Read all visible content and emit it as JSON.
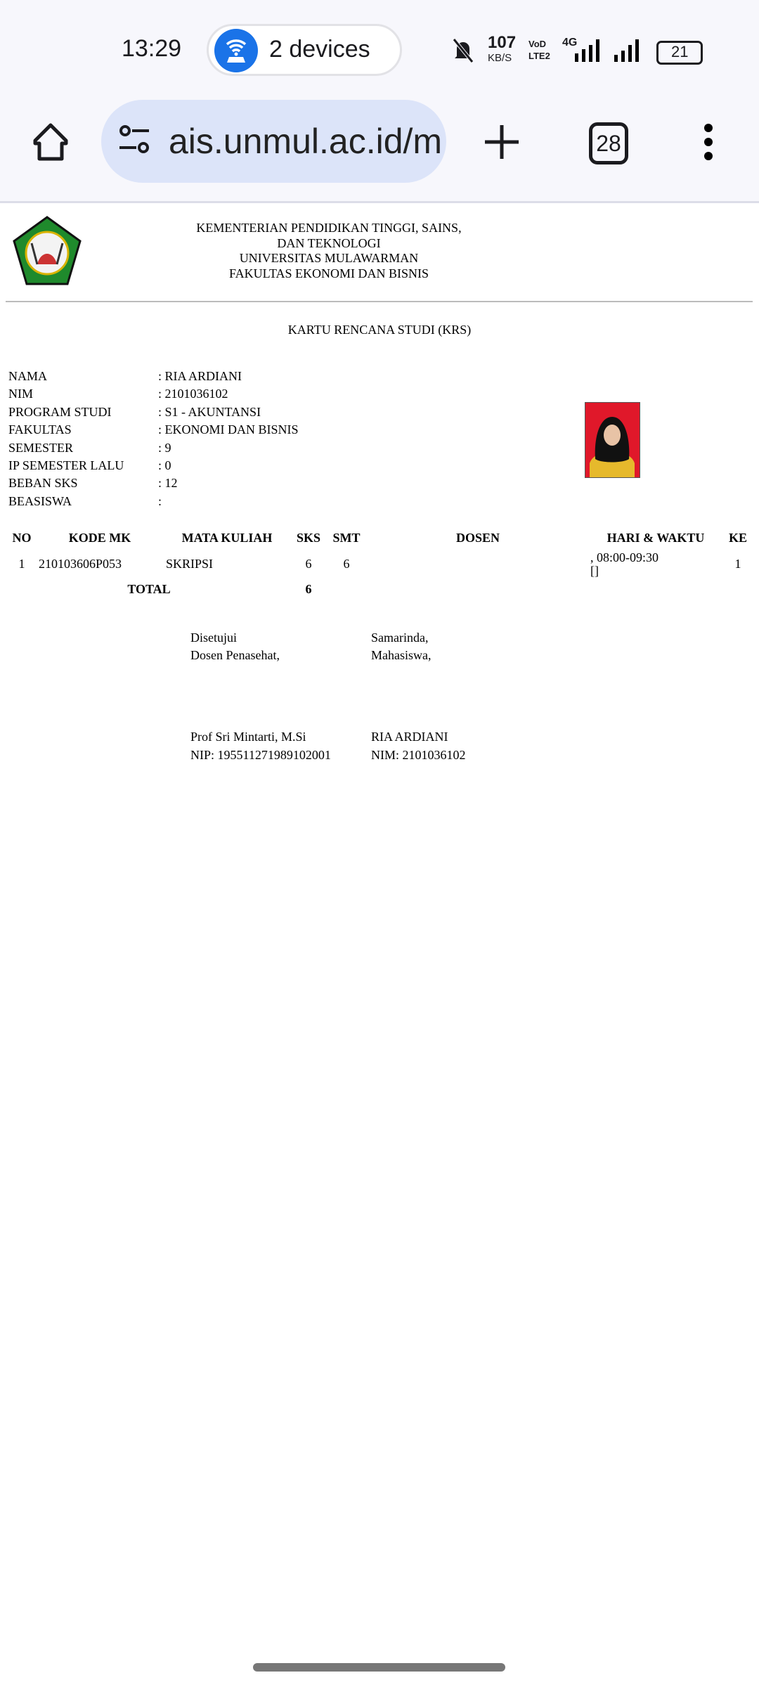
{
  "status_bar": {
    "time": "13:29",
    "hotspot_label": "2 devices",
    "net_speed": "107",
    "net_unit": "KB/S",
    "volte": "VoD LTE2",
    "network": "4G",
    "battery": "21"
  },
  "browser": {
    "url": "ais.unmul.ac.id/m",
    "tab_count": "28"
  },
  "header": {
    "lines": [
      "KEMENTERIAN PENDIDIKAN TINGGI, SAINS,",
      "DAN TEKNOLOGI",
      "UNIVERSITAS MULAWARMAN",
      "FAKULTAS EKONOMI DAN BISNIS"
    ]
  },
  "title": "KARTU RENCANA STUDI (KRS)",
  "info": [
    {
      "label": "NAMA",
      "value": ": RIA ARDIANI"
    },
    {
      "label": "NIM",
      "value": ": 2101036102"
    },
    {
      "label": "PROGRAM STUDI",
      "value": ": S1 - AKUNTANSI"
    },
    {
      "label": "FAKULTAS",
      "value": ": EKONOMI DAN BISNIS"
    },
    {
      "label": "SEMESTER",
      "value": ": 9"
    },
    {
      "label": "IP SEMESTER LALU",
      "value": ": 0"
    },
    {
      "label": "BEBAN SKS",
      "value": ": 12"
    },
    {
      "label": "BEASISWA",
      "value": ":"
    }
  ],
  "table": {
    "headers": [
      "NO",
      "KODE MK",
      "MATA KULIAH",
      "SKS",
      "SMT",
      "DOSEN",
      "HARI & WAKTU",
      "KE"
    ],
    "rows": [
      {
        "no": "1",
        "kode": "210103606P053",
        "mk": "SKRIPSI",
        "sks": "6",
        "smt": "6",
        "dosen": "",
        "waktu": ", 08:00-09:30",
        "ruang": "[]",
        "ke": "1"
      }
    ],
    "total_label": "TOTAL",
    "total_sks": "6"
  },
  "signature": {
    "left": {
      "l1": "Disetujui",
      "l2": "Dosen Penasehat,",
      "name": "Prof Sri Mintarti, M.Si",
      "id": "NIP: 195511271989102001"
    },
    "right": {
      "l1": "Samarinda,",
      "l2": "Mahasiswa,",
      "name": "RIA ARDIANI",
      "id": "NIM: 2101036102"
    }
  }
}
